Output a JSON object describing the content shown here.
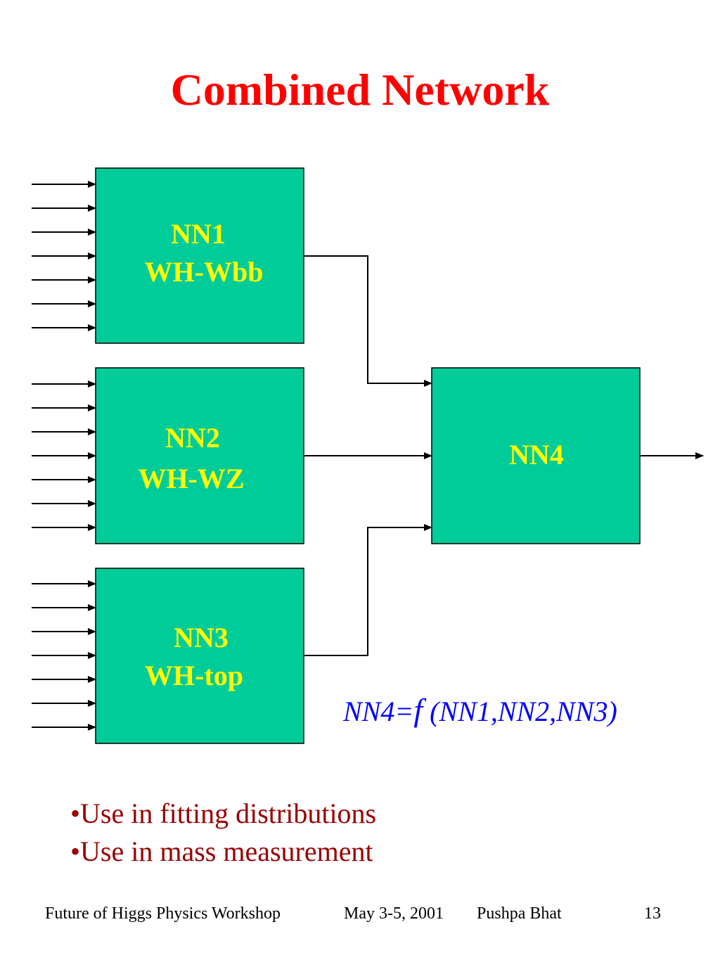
{
  "slide": {
    "title": "Combined Network"
  },
  "diagram": {
    "box_fill": "#00cc99",
    "box_text_color": "#ffff00",
    "line_color": "#000000",
    "nodes": [
      {
        "id": "nn1",
        "name": "NN1",
        "sublabel": "WH-Wbb",
        "input_count": 7
      },
      {
        "id": "nn2",
        "name": "NN2",
        "sublabel": "WH-WZ",
        "input_count": 7
      },
      {
        "id": "nn3",
        "name": "NN3",
        "sublabel": "WH-top",
        "input_count": 7
      },
      {
        "id": "nn4",
        "name": "NN4",
        "sublabel": ""
      }
    ]
  },
  "formula": {
    "lhs": "NN4=",
    "func": "f",
    "args": " (NN1,NN2,NN3)"
  },
  "bullets": [
    "•Use in fitting distributions",
    "•Use in mass measurement"
  ],
  "footer": {
    "event": "Future of Higgs Physics Workshop",
    "date": "May 3-5, 2001",
    "author": "Pushpa Bhat",
    "page_number": "13"
  }
}
